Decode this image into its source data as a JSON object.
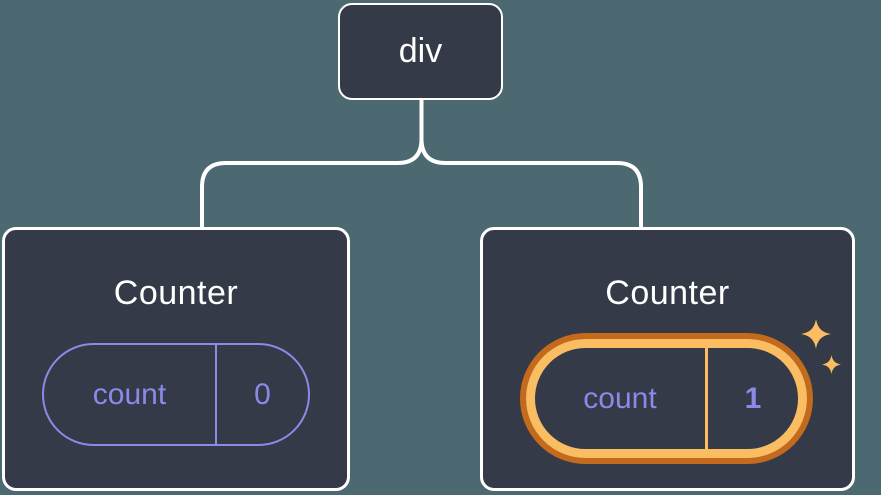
{
  "tree": {
    "root": {
      "label": "div"
    },
    "children": [
      {
        "title": "Counter",
        "state_label": "count",
        "state_value": "0",
        "highlighted": false
      },
      {
        "title": "Counter",
        "state_label": "count",
        "state_value": "1",
        "highlighted": true
      }
    ]
  },
  "icons": {
    "sparkle_large": "sparkle-icon",
    "sparkle_small": "sparkle-icon"
  },
  "colors": {
    "background": "#4C6870",
    "node_fill": "#343A47",
    "node_border": "#FFFFFF",
    "connector": "#FFFFFF",
    "state_accent_purple": "#8A8AE8",
    "highlight_ring_outer": "#C46A1D",
    "highlight_ring_inner": "#FABD62",
    "sparkle": "#FABD62",
    "text_primary": "#FFFFFF"
  }
}
